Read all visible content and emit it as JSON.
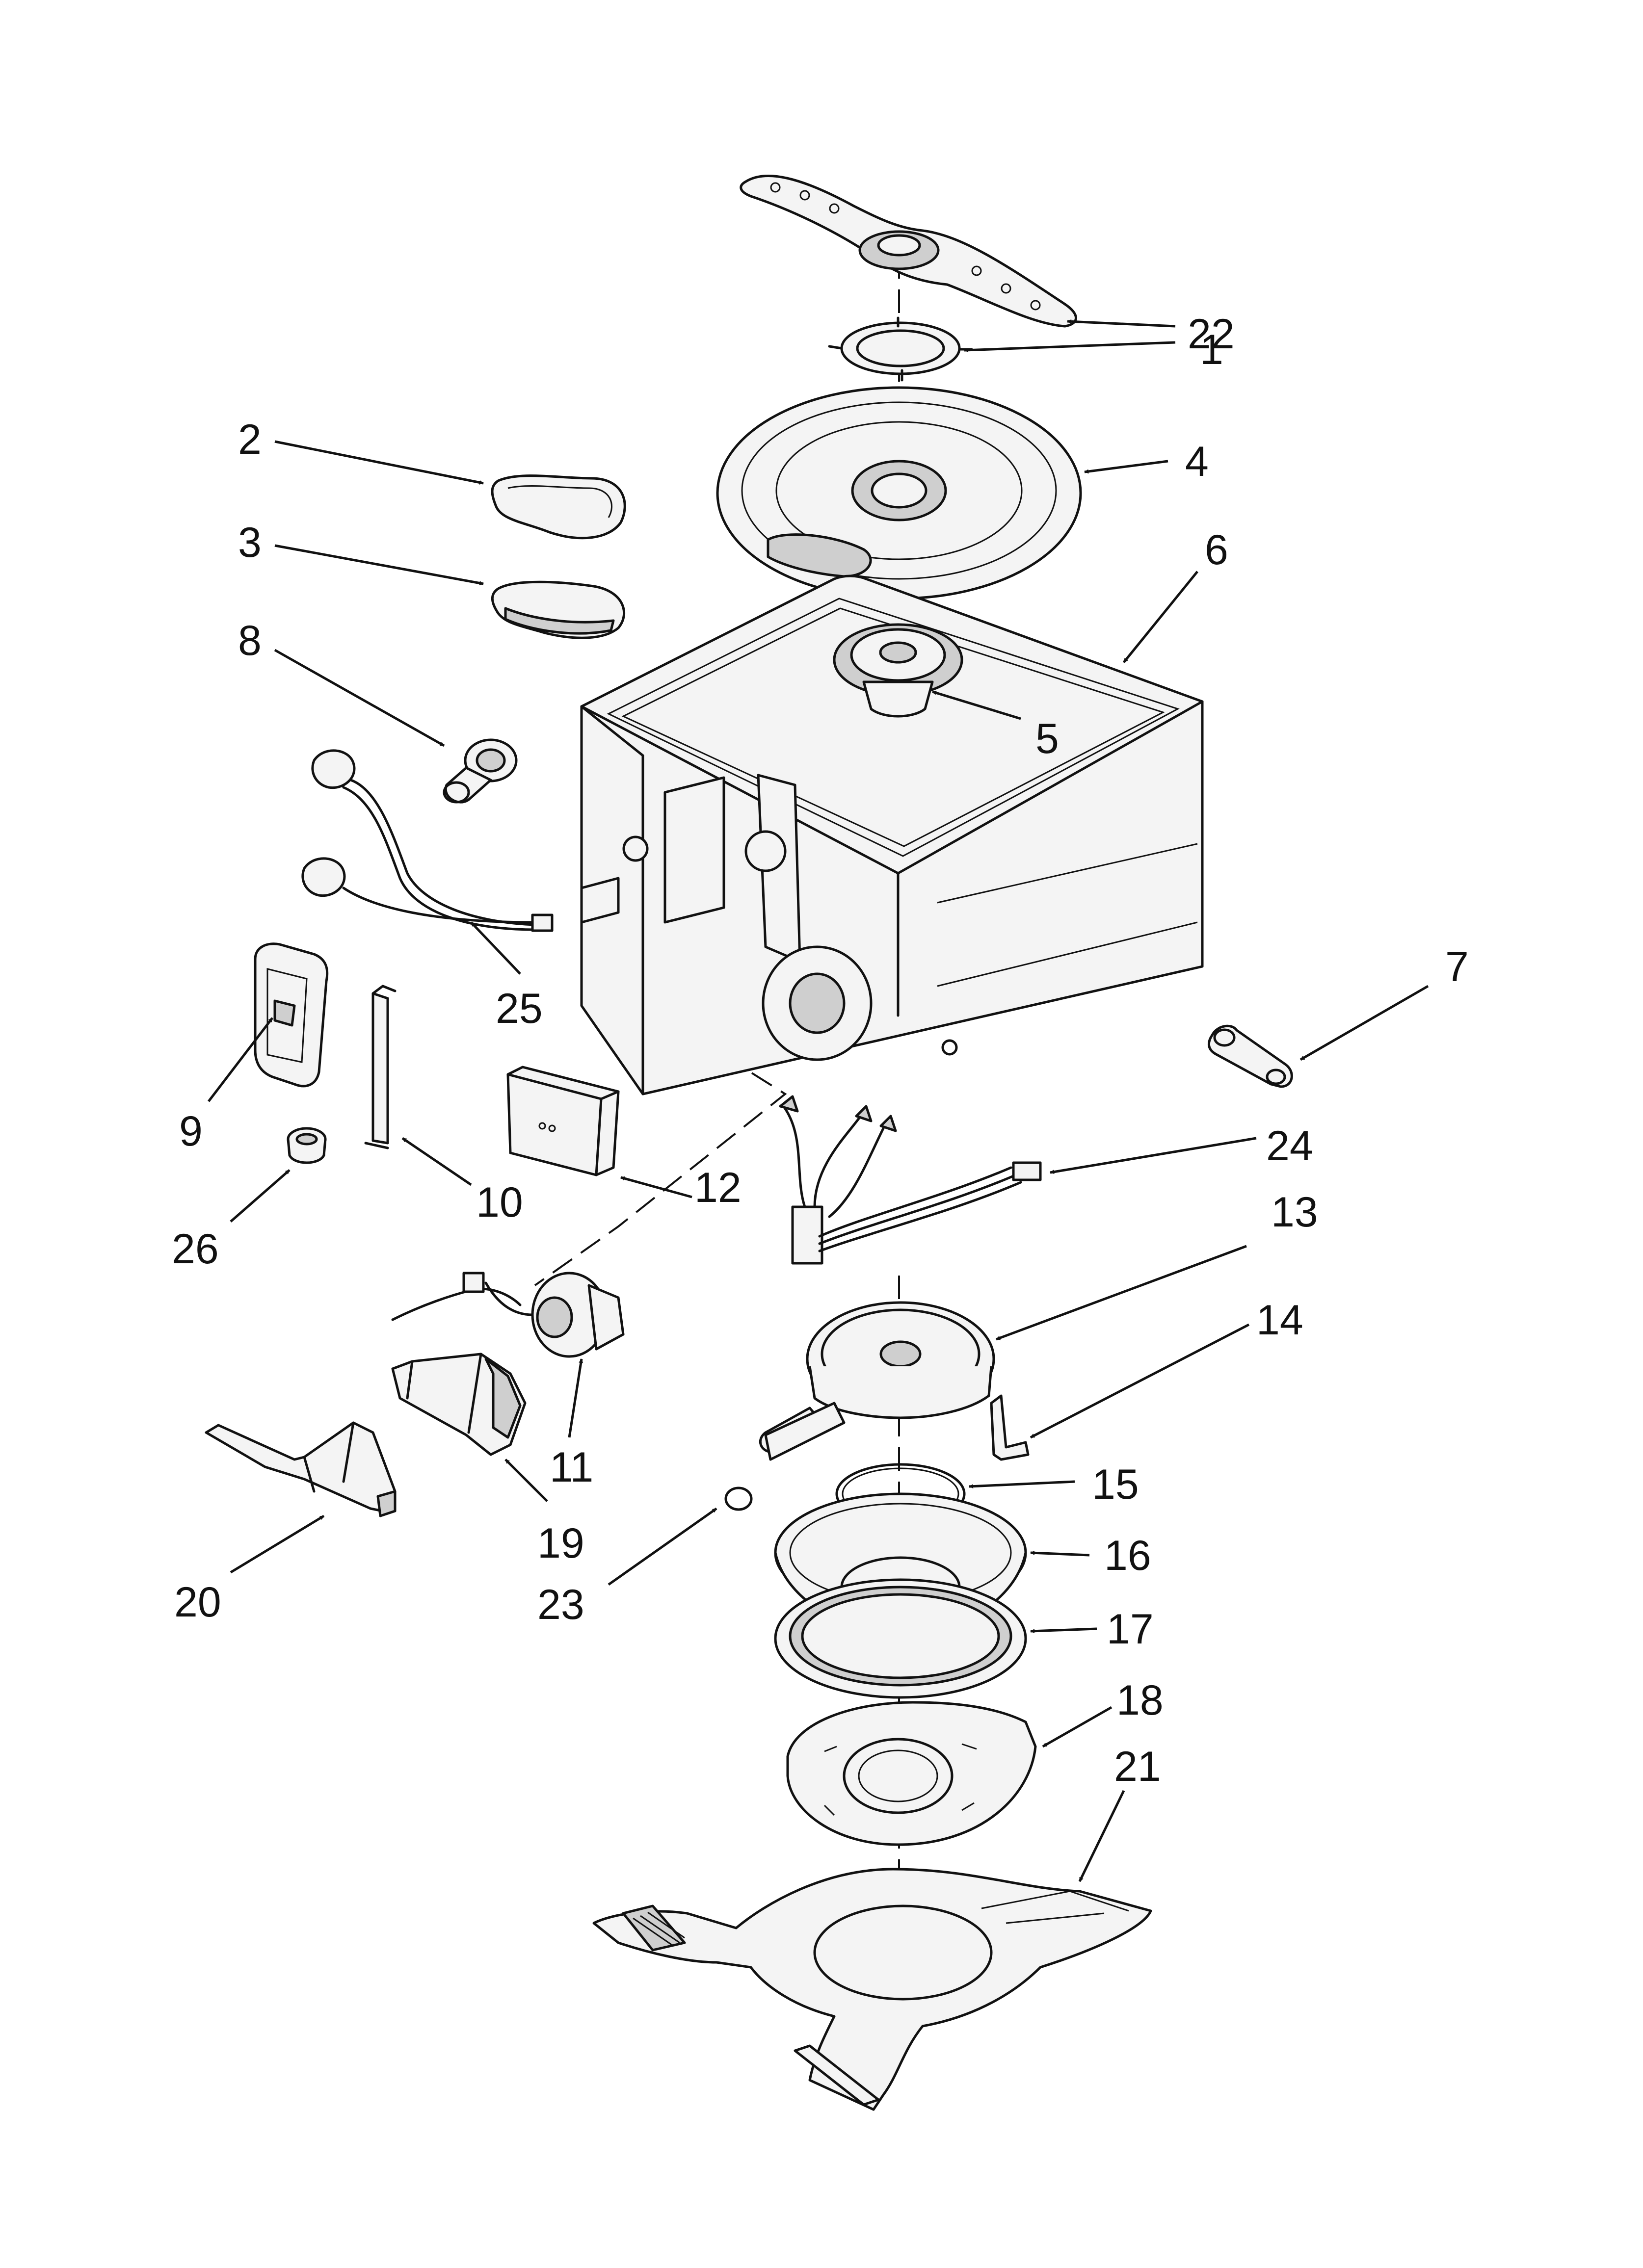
{
  "colors": {
    "line": "#111111",
    "paper": "#ffffff",
    "part_fill": "#f4f4f4",
    "part_shade": "#cfcfcf"
  },
  "callouts": [
    {
      "id": "1",
      "label": "1"
    },
    {
      "id": "2",
      "label": "2"
    },
    {
      "id": "3",
      "label": "3"
    },
    {
      "id": "4",
      "label": "4"
    },
    {
      "id": "5",
      "label": "5"
    },
    {
      "id": "6",
      "label": "6"
    },
    {
      "id": "7",
      "label": "7"
    },
    {
      "id": "8",
      "label": "8"
    },
    {
      "id": "9",
      "label": "9"
    },
    {
      "id": "10",
      "label": "10"
    },
    {
      "id": "11",
      "label": "11"
    },
    {
      "id": "12",
      "label": "12"
    },
    {
      "id": "13",
      "label": "13"
    },
    {
      "id": "14",
      "label": "14"
    },
    {
      "id": "15",
      "label": "15"
    },
    {
      "id": "16",
      "label": "16"
    },
    {
      "id": "17",
      "label": "17"
    },
    {
      "id": "18",
      "label": "18"
    },
    {
      "id": "19",
      "label": "19"
    },
    {
      "id": "20",
      "label": "20"
    },
    {
      "id": "21",
      "label": "21"
    },
    {
      "id": "22",
      "label": "22"
    },
    {
      "id": "23",
      "label": "23"
    },
    {
      "id": "24",
      "label": "24"
    },
    {
      "id": "25",
      "label": "25"
    },
    {
      "id": "26",
      "label": "26"
    }
  ]
}
